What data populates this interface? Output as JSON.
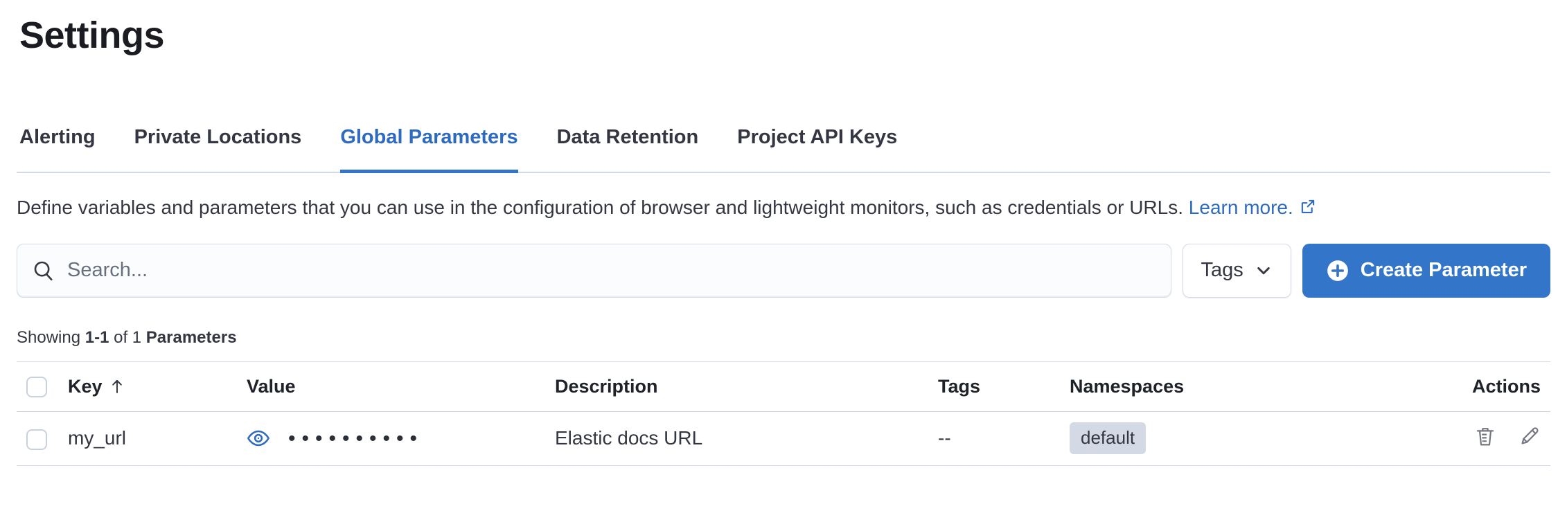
{
  "page": {
    "title": "Settings"
  },
  "tabs": [
    {
      "label": "Alerting",
      "active": false
    },
    {
      "label": "Private Locations",
      "active": false
    },
    {
      "label": "Global Parameters",
      "active": true
    },
    {
      "label": "Data Retention",
      "active": false
    },
    {
      "label": "Project API Keys",
      "active": false
    }
  ],
  "description": {
    "text": "Define variables and parameters that you can use in the configuration of browser and lightweight monitors, such as credentials or URLs.",
    "link_label": "Learn more."
  },
  "toolbar": {
    "search_placeholder": "Search...",
    "search_value": "",
    "tags_filter_label": "Tags",
    "create_button_label": "Create Parameter"
  },
  "summary": {
    "prefix": "Showing",
    "range": "1-1",
    "connector": "of 1",
    "entity": "Parameters"
  },
  "table": {
    "columns": {
      "key": "Key",
      "value": "Value",
      "description": "Description",
      "tags": "Tags",
      "namespaces": "Namespaces",
      "actions": "Actions"
    },
    "sort": {
      "column": "Key",
      "direction": "ascending"
    },
    "rows": [
      {
        "key": "my_url",
        "value_masked": "••••••••••",
        "description": "Elastic docs URL",
        "tags": "--",
        "namespace": "default"
      }
    ]
  },
  "colors": {
    "primary_button": "#3375C8",
    "link_blue": "#2E6BBF",
    "border_light": "#D3DAE6",
    "badge_bg": "#D3D9E5",
    "text_dark": "#343741"
  }
}
